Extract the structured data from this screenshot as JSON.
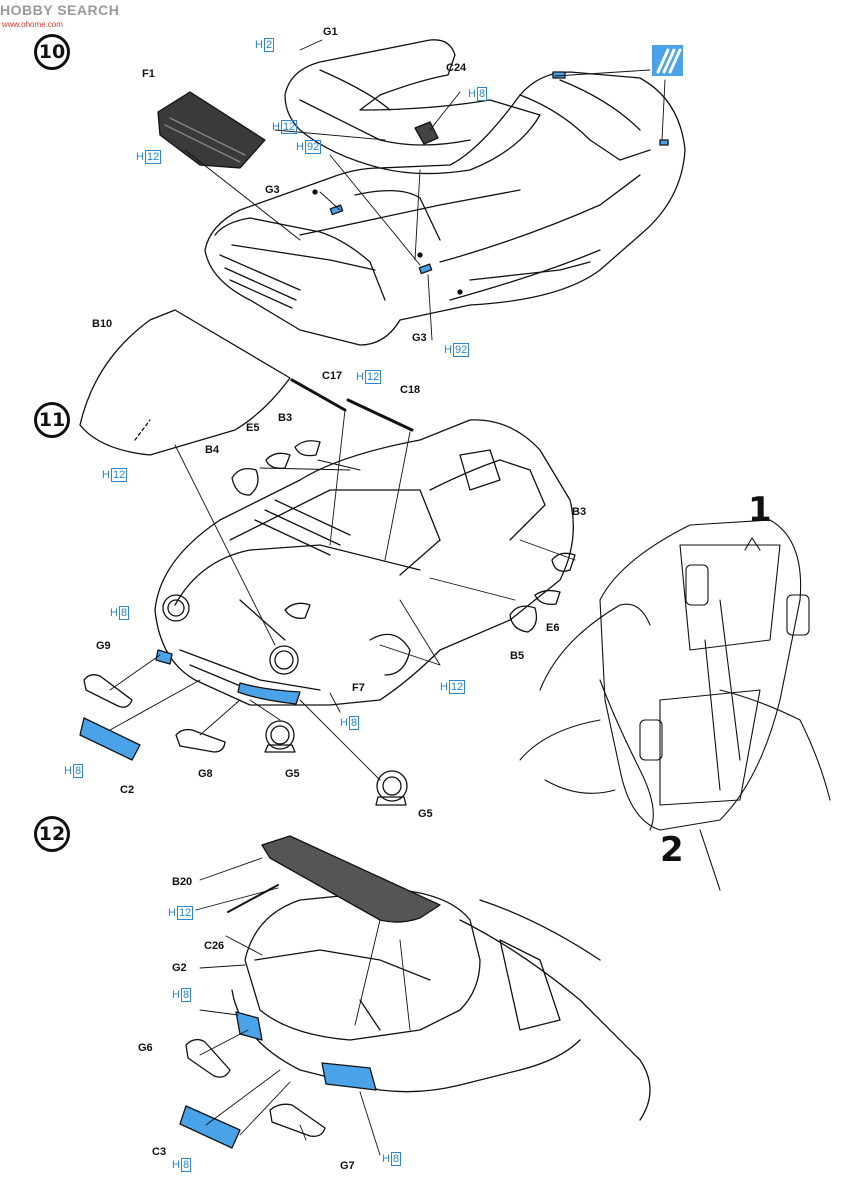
{
  "watermark": {
    "text": "HOBBY SEARCH",
    "subtext": "www.ohome.com"
  },
  "steps": [
    "10",
    "11",
    "12"
  ],
  "parts": {
    "G1": "G1",
    "C24": "C24",
    "F1": "F1",
    "G3a": "G3",
    "G3b": "G3",
    "B10": "B10",
    "C17": "C17",
    "C18": "C18",
    "B3a": "B3",
    "E5": "E5",
    "B4": "B4",
    "B3b": "B3",
    "E6": "E6",
    "B5": "B5",
    "F7": "F7",
    "G9": "G9",
    "C2": "C2",
    "G8": "G8",
    "G5a": "G5",
    "G5b": "G5",
    "B20": "B20",
    "C26": "C26",
    "G2": "G2",
    "G6": "G6",
    "C3": "C3",
    "G7": "G7"
  },
  "paint_refs": [
    {
      "letter": "H",
      "code": "2"
    },
    {
      "letter": "H",
      "code": "8"
    },
    {
      "letter": "H",
      "code": "12"
    },
    {
      "letter": "H",
      "code": "92"
    },
    {
      "letter": "H",
      "code": "12"
    },
    {
      "letter": "H",
      "code": "92"
    },
    {
      "letter": "H",
      "code": "12"
    },
    {
      "letter": "H",
      "code": "12"
    },
    {
      "letter": "H",
      "code": "8"
    },
    {
      "letter": "H",
      "code": "12"
    },
    {
      "letter": "H",
      "code": "8"
    },
    {
      "letter": "H",
      "code": "8"
    },
    {
      "letter": "H",
      "code": "12"
    },
    {
      "letter": "H",
      "code": "8"
    },
    {
      "letter": "H",
      "code": "8"
    },
    {
      "letter": "H",
      "code": "8"
    }
  ],
  "hand_sequence": [
    "1",
    "2"
  ],
  "colors": {
    "paint_blue": "#4aa3e8",
    "paint_text": "#2a86d0",
    "dark_part": "#3a3a3a",
    "ink": "#111111"
  }
}
